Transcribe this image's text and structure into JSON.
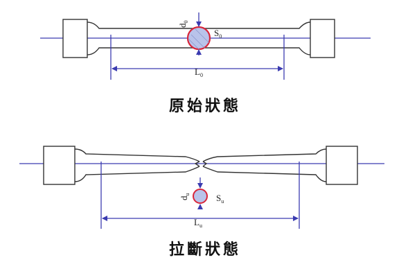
{
  "colors": {
    "outline": "#333333",
    "center_line": "#3b3bb0",
    "dim_line": "#3b3bb0",
    "section_circle": "#d9263a",
    "section_fill": "#b9c3ea"
  },
  "top_panel": {
    "caption": "原始狀態",
    "diameter_label": "d",
    "diameter_sub": "0",
    "area_label": "S",
    "area_sub": "0",
    "length_label": "L",
    "length_sub": "0"
  },
  "bottom_panel": {
    "caption": "拉斷狀態",
    "diameter_label": "d",
    "diameter_sub": "u",
    "area_label": "S",
    "area_sub": "u",
    "length_label": "L",
    "length_sub": "u"
  }
}
